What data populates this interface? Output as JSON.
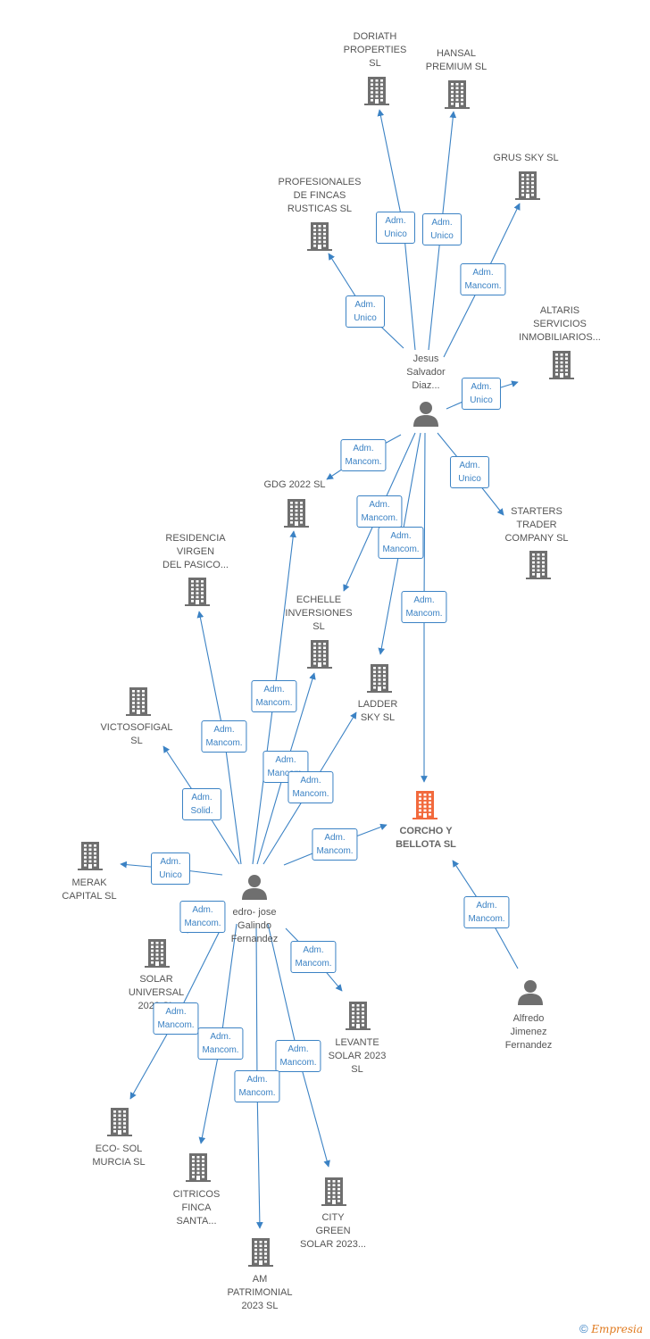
{
  "companies": [
    {
      "id": "doriath",
      "label": "DORIATH\nPROPERTIES\nSL"
    },
    {
      "id": "hansal",
      "label": "HANSAL\nPREMIUM  SL"
    },
    {
      "id": "grus",
      "label": "GRUS SKY  SL"
    },
    {
      "id": "profesionales",
      "label": "PROFESIONALES\nDE FINCAS\nRUSTICAS SL"
    },
    {
      "id": "altaris",
      "label": "ALTARIS\nSERVICIOS\nINMOBILIARIOS..."
    },
    {
      "id": "gdg",
      "label": "GDG 2022  SL"
    },
    {
      "id": "starters",
      "label": "STARTERS\nTRADER\nCOMPANY  SL"
    },
    {
      "id": "residencia",
      "label": "RESIDENCIA\nVIRGEN\nDEL PASICO..."
    },
    {
      "id": "echelle",
      "label": "ECHELLE\nINVERSIONES\nSL"
    },
    {
      "id": "ladder",
      "label": "LADDER\nSKY  SL"
    },
    {
      "id": "victosofigal",
      "label": "VICTOSOFIGAL\nSL"
    },
    {
      "id": "corcho",
      "label": "CORCHO Y\nBELLOTA  SL",
      "focus": true
    },
    {
      "id": "merak",
      "label": "MERAK\nCAPITAL  SL"
    },
    {
      "id": "solar",
      "label": "SOLAR\nUNIVERSAL\n2023  SL"
    },
    {
      "id": "levante",
      "label": "LEVANTE\nSOLAR 2023\nSL"
    },
    {
      "id": "eco",
      "label": "ECO- SOL\nMURCIA  SL"
    },
    {
      "id": "citricos",
      "label": "CITRICOS\nFINCA\nSANTA..."
    },
    {
      "id": "city",
      "label": "CITY\nGREEN\nSOLAR 2023..."
    },
    {
      "id": "am",
      "label": "AM\nPATRIMONIAL\n2023  SL"
    }
  ],
  "people": [
    {
      "id": "jesus",
      "label": "Jesus\nSalvador\nDiaz..."
    },
    {
      "id": "pedro",
      "label": "edro- jose\nGalindo\nFernandez"
    },
    {
      "id": "alfredo",
      "label": "Alfredo\nJimenez\nFernandez"
    }
  ],
  "relations": [
    {
      "from": "jesus",
      "to": "doriath",
      "label": "Adm.\nUnico"
    },
    {
      "from": "jesus",
      "to": "hansal",
      "label": "Adm.\nUnico"
    },
    {
      "from": "jesus",
      "to": "grus",
      "label": "Adm.\nMancom."
    },
    {
      "from": "jesus",
      "to": "profesionales",
      "label": "Adm.\nUnico"
    },
    {
      "from": "jesus",
      "to": "altaris",
      "label": "Adm.\nUnico"
    },
    {
      "from": "jesus",
      "to": "gdg",
      "label": "Adm.\nMancom."
    },
    {
      "from": "jesus",
      "to": "starters",
      "label": "Adm.\nUnico"
    },
    {
      "from": "jesus",
      "to": "echelle",
      "label": "Adm.\nMancom."
    },
    {
      "from": "jesus",
      "to": "ladder",
      "label": "Adm.\nMancom."
    },
    {
      "from": "jesus",
      "to": "corcho",
      "label": "Adm.\nMancom."
    },
    {
      "from": "pedro",
      "to": "residencia",
      "label": "Adm.\nMancom."
    },
    {
      "from": "pedro",
      "to": "gdg",
      "label": "Adm.\nMancom."
    },
    {
      "from": "pedro",
      "to": "echelle",
      "label": "Adm.\nMancom."
    },
    {
      "from": "pedro",
      "to": "ladder",
      "label": "Adm.\nMancom."
    },
    {
      "from": "pedro",
      "to": "victosofigal",
      "label": "Adm.\nSolid."
    },
    {
      "from": "pedro",
      "to": "corcho",
      "label": "Adm.\nMancom."
    },
    {
      "from": "pedro",
      "to": "merak",
      "label": "Adm.\nUnico"
    },
    {
      "from": "pedro",
      "to": "solar",
      "label": "Adm.\nMancom."
    },
    {
      "from": "pedro",
      "to": "levante",
      "label": "Adm.\nMancom."
    },
    {
      "from": "pedro",
      "to": "eco",
      "label": "Adm.\nMancom."
    },
    {
      "from": "pedro",
      "to": "citricos",
      "label": "Adm.\nMancom."
    },
    {
      "from": "pedro",
      "to": "city",
      "label": "Adm.\nMancom."
    },
    {
      "from": "pedro",
      "to": "am",
      "label": "Adm.\nMancom."
    },
    {
      "from": "alfredo",
      "to": "corcho",
      "label": "Adm.\nMancom."
    }
  ],
  "footer": {
    "copyright": "©",
    "brand": "Empresia"
  },
  "colors": {
    "edge": "#3b82c4",
    "icon": "#6f6f6f",
    "focus": "#f26a3d"
  }
}
